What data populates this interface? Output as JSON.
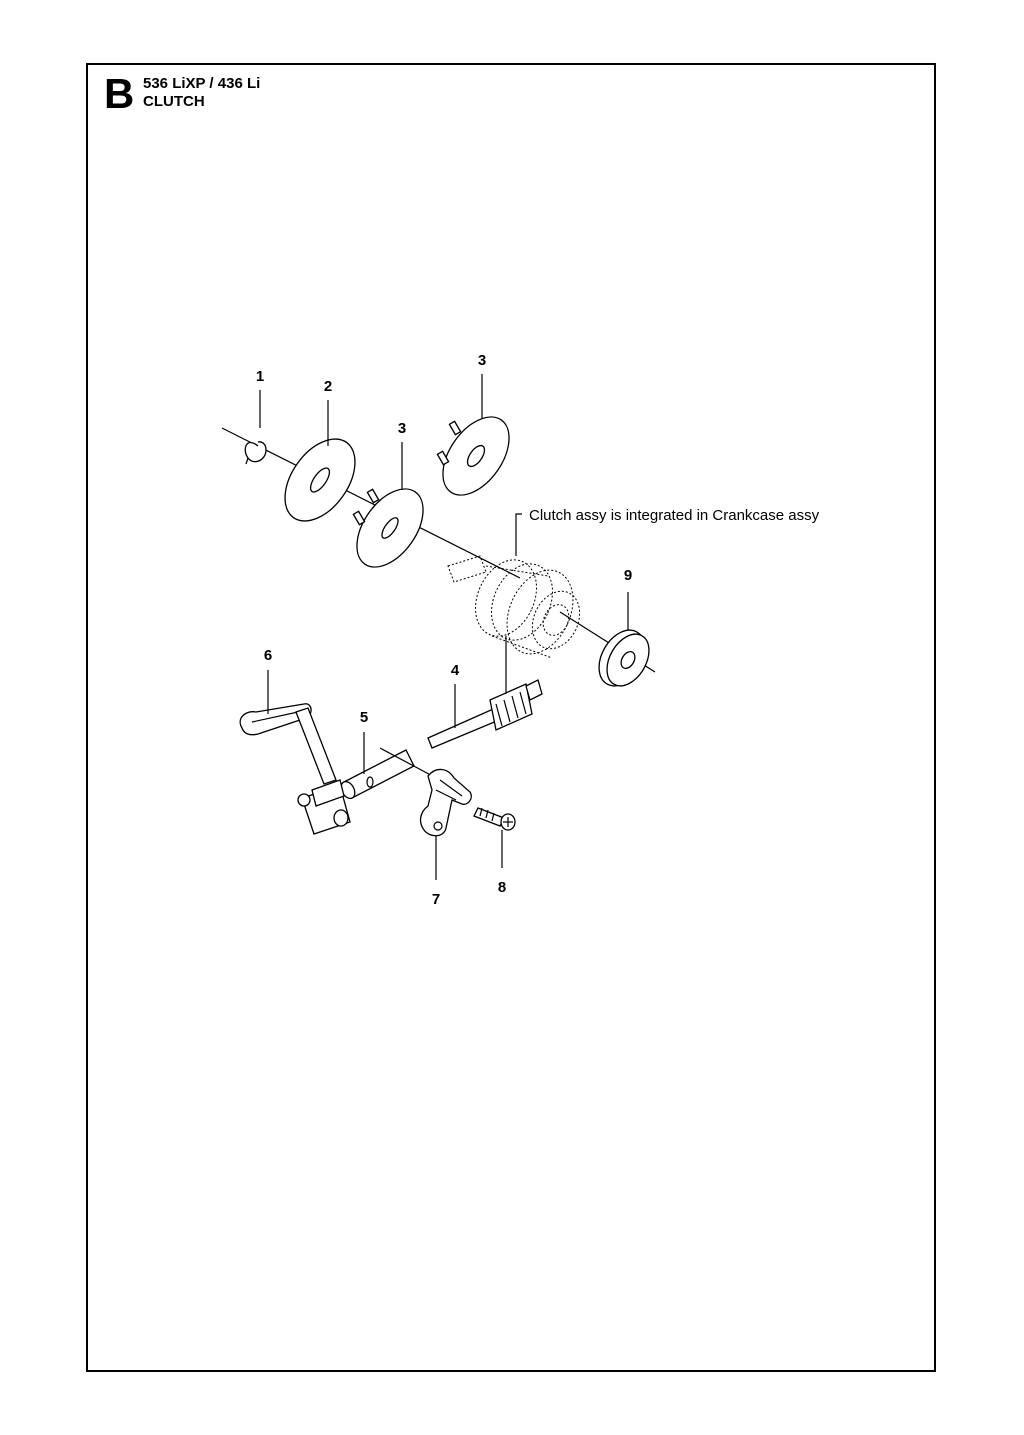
{
  "header": {
    "section_letter": "B",
    "model": "536 LiXP / 436 Li",
    "title": "CLUTCH"
  },
  "callouts": [
    {
      "id": "1",
      "label": "1"
    },
    {
      "id": "2",
      "label": "2"
    },
    {
      "id": "3a",
      "label": "3"
    },
    {
      "id": "3b",
      "label": "3"
    },
    {
      "id": "4",
      "label": "4"
    },
    {
      "id": "5",
      "label": "5"
    },
    {
      "id": "6",
      "label": "6"
    },
    {
      "id": "7",
      "label": "7"
    },
    {
      "id": "8",
      "label": "8"
    },
    {
      "id": "9",
      "label": "9"
    }
  ],
  "note": "Clutch assy is integrated in Crankcase assy",
  "parts": {
    "circlip": "circlip",
    "washer_flat": "flat-washer",
    "washer_drive_1": "drive-washer",
    "washer_drive_2": "drive-washer",
    "drive_shaft": "shaft",
    "sleeve": "sleeve",
    "lever": "lever",
    "clip": "clip",
    "screw": "screw",
    "ring": "ring",
    "clutch_assy": "clutch-assembly"
  }
}
